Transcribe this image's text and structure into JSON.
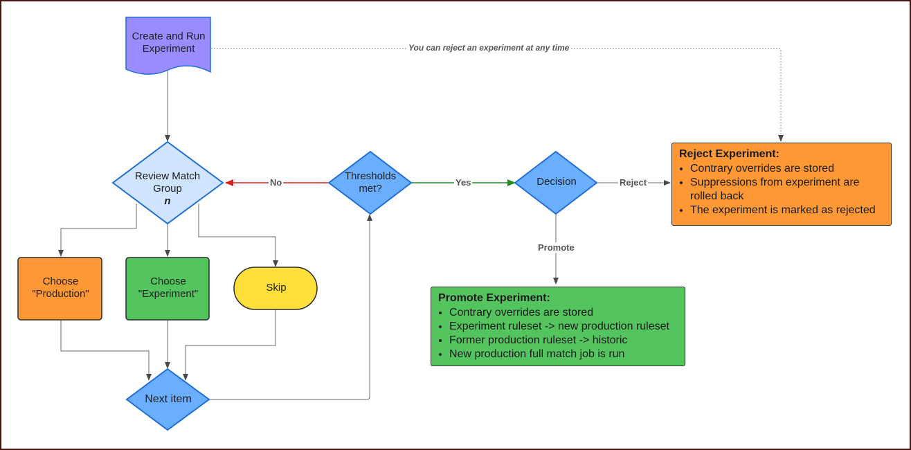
{
  "nodes": {
    "create_run": "Create and Run\nExperiment",
    "review_match": "Review Match\nGroup",
    "review_match_var": "n",
    "choose_production": "Choose\n\"Production\"",
    "choose_experiment": "Choose\n\"Experiment\"",
    "skip": "Skip",
    "next_item": "Next item",
    "thresholds": "Thresholds\nmet?",
    "decision": "Decision"
  },
  "edges": {
    "no": "No",
    "yes": "Yes",
    "reject": "Reject",
    "promote": "Promote"
  },
  "note": "You can reject an experiment at any time",
  "reject_panel": {
    "title": "Reject Experiment:",
    "items": [
      "Contrary overrides are stored",
      "Suppressions from experiment are rolled back",
      "The experiment is marked as rejected"
    ]
  },
  "promote_panel": {
    "title": "Promote Experiment:",
    "items": [
      "Contrary overrides are stored",
      "Experiment ruleset -> new production ruleset",
      "Former production ruleset -> historic",
      "New production full match job is run"
    ]
  },
  "colors": {
    "document_fill": "#9a8cff",
    "review_fill": "#cfe4ff",
    "diamond_fill": "#6aaeff",
    "diamond_stroke": "#1e6fd9",
    "orange": "#fd9834",
    "green": "#54c45e",
    "yellow": "#ffdf3a",
    "no_arrow": "#d42020",
    "yes_arrow": "#1f8f1f",
    "connector": "#6b6b6b"
  }
}
